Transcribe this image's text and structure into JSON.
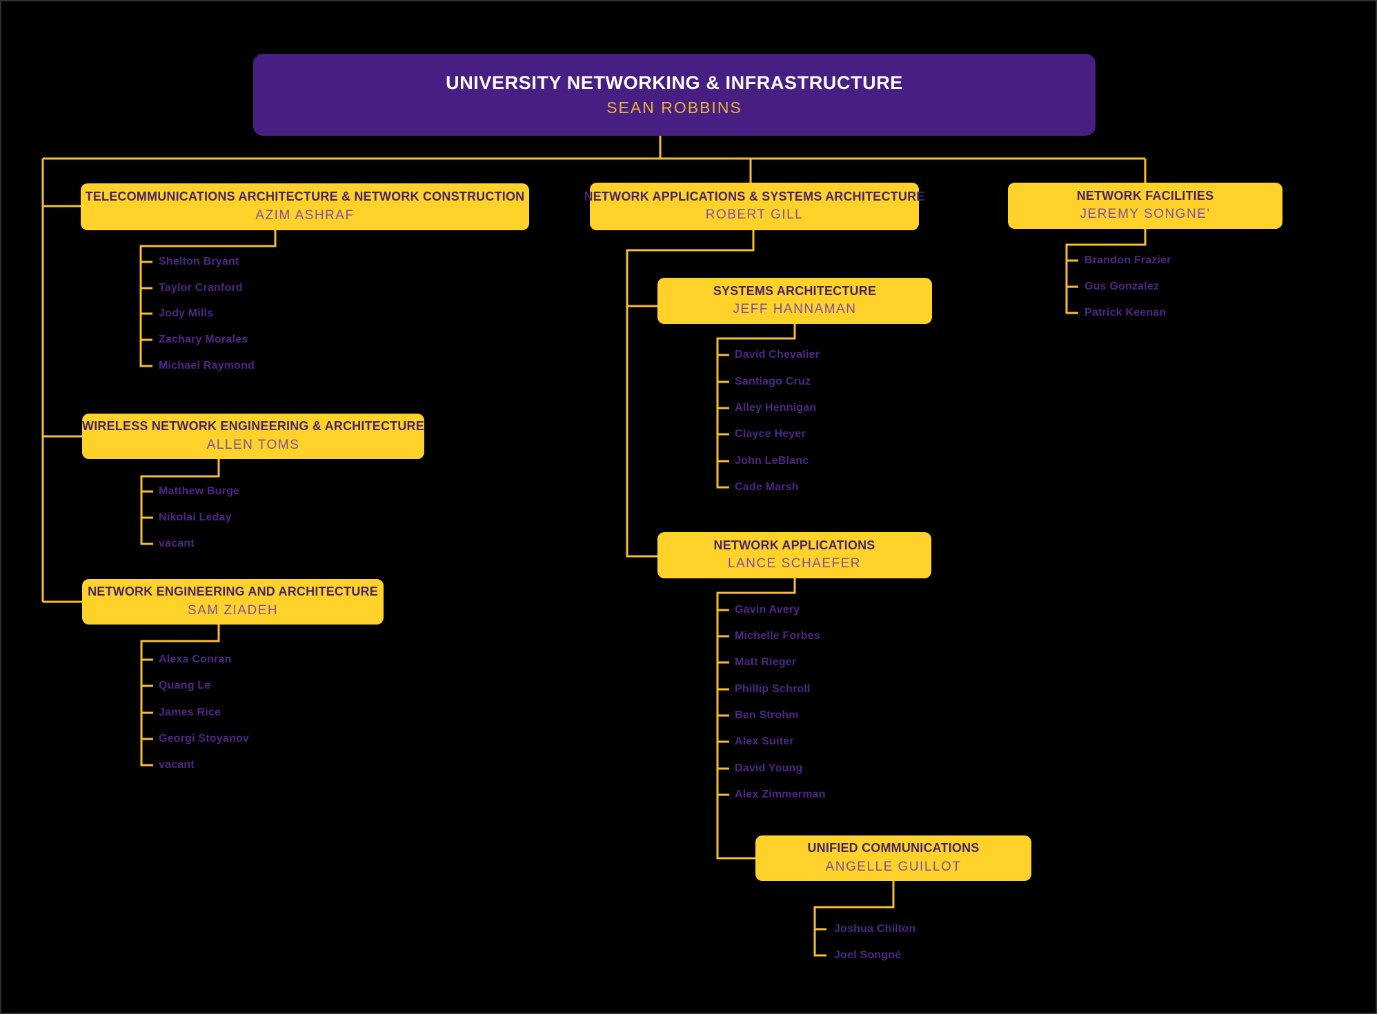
{
  "palette": {
    "background": "#000000",
    "box_yellow": "#FFD22A",
    "box_purple": "#471F82",
    "heading_text": "#462569",
    "subname_text": "#7C50A1",
    "member_text": "#4D2786",
    "line_yellow": "#F9BE2E",
    "root_title_text": "#FFFFFF",
    "root_name_text": "#EDB335"
  },
  "root": {
    "title": "UNIVERSITY NETWORKING & INFRASTRUCTURE",
    "name": "SEAN ROBBINS"
  },
  "units": [
    {
      "title": "TELECOMMUNICATIONS ARCHITECTURE & NETWORK CONSTRUCTION",
      "name": "AZIM ASHRAF",
      "members": [
        "Shelton Bryant",
        "Taylor Cranford",
        "Jody Mills",
        "Zachary Morales",
        "Michael Raymond"
      ]
    },
    {
      "title": "WIRELESS NETWORK ENGINEERING & ARCHITECTURE",
      "name": "ALLEN TOMS",
      "members": [
        "Matthew Burge",
        "Nikolai Leday",
        "vacant"
      ]
    },
    {
      "title": "NETWORK ENGINEERING AND ARCHITECTURE",
      "name": "SAM ZIADEH",
      "members": [
        "Alexa Conran",
        "Quang Le",
        "James Rice",
        "Georgi Stoyanov",
        "vacant"
      ]
    },
    {
      "title": "NETWORK APPLICATIONS & SYSTEMS ARCHITECTURE",
      "name": "ROBERT GILL",
      "members": []
    },
    {
      "title": "SYSTEMS ARCHITECTURE",
      "name": "JEFF HANNAMAN",
      "members": [
        "David Chevalier",
        "Santiago Cruz",
        "Alley Hennigan",
        "Clayce Heyer",
        "John LeBlanc",
        "Cade Marsh"
      ]
    },
    {
      "title": "NETWORK APPLICATIONS",
      "name": "LANCE SCHAEFER",
      "members": [
        "Gavin Avery",
        "Michelle Forbes",
        "Matt Rieger",
        "Phillip Schroll",
        "Ben Strohm",
        "Alex Suiter",
        "David Young",
        "Alex Zimmerman"
      ]
    },
    {
      "title": "UNIFIED COMMUNICATIONS",
      "name": "ANGELLE GUILLOT",
      "members": [
        "Joshua Chilton",
        "Joel Songné"
      ]
    },
    {
      "title": "NETWORK FACILITIES",
      "name": "JEREMY SONGNE'",
      "members": [
        "Brandon Frazier",
        "Gus Gonzalez",
        "Patrick Keenan"
      ]
    }
  ]
}
